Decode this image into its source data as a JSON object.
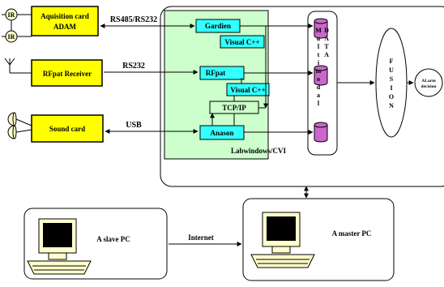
{
  "sensors": {
    "ir_top": "IR",
    "ir_bottom": "IR"
  },
  "boxes": {
    "acquisition_card": [
      "Aquisition card",
      "ADAM"
    ],
    "rfpat_receiver": "RFpat Receiver",
    "sound_card": "Sound card",
    "gardien": "Gardien",
    "visual_cpp_top": "Visual C++",
    "rfpat": "RFpat",
    "visual_cpp_mid": "Visual C++",
    "tcp_ip": "TCP/IP",
    "anason": "Anason",
    "labwindows": "Labwindows/CVI",
    "multimodal_data": "Multimodal DATA",
    "fusion": "FUSION",
    "alarm_decision": [
      "ALarm",
      "decision"
    ]
  },
  "links": {
    "rs485": "RS485/RS232",
    "rs232": "RS232",
    "usb": "USB",
    "internet": "Internet"
  },
  "computers": {
    "slave": "A slave PC",
    "master": "A master PC"
  },
  "colors": {
    "yellow_box": "#ffff00",
    "cyan_box": "#33ffff",
    "green_panel": "#ccffcc",
    "database": "#cc66cc",
    "sensor": "#ffffcc"
  }
}
